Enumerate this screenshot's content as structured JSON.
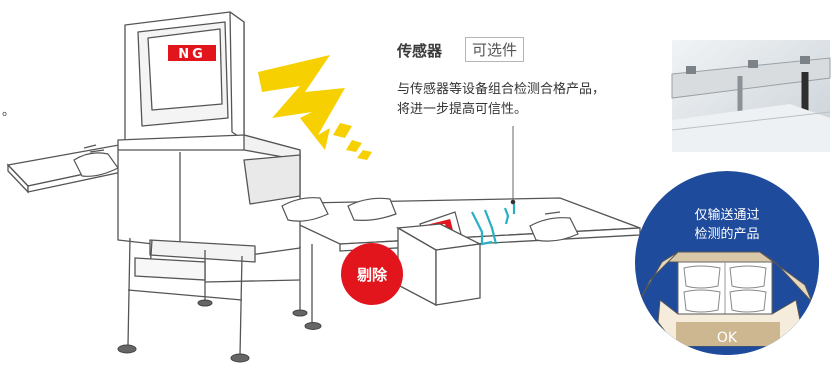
{
  "screen": {
    "ng_label": "NG",
    "bag_ng_label": "NG",
    "reject_label": "剔除",
    "sensor_title": "传感器",
    "optional_badge": "可选件",
    "sensor_desc_line1": "与传感器等设备组合检测合格产品，",
    "sensor_desc_line2": "将进一步提高可信性。",
    "good_only_line1": "仅输送通过",
    "good_only_line2": "检测的产品",
    "ok_label": "OK",
    "leading_mark": "。"
  },
  "colors": {
    "ng_red": "#e2141c",
    "reject_red": "#e2141c",
    "badge_blue": "#1f4b9c",
    "flash_yellow": "#f6d000",
    "sensor_teal": "#27b0c4",
    "box_tan": "#cdb791",
    "line_gray": "#555555"
  }
}
